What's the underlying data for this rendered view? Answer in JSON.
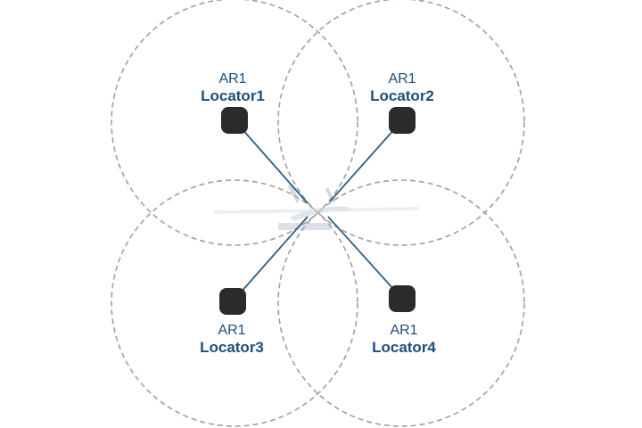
{
  "colors": {
    "label": "#1f4e79",
    "link_line": "#2f5f86",
    "coverage_circle": "#a0a0a0",
    "locator_fill": "#2b2b2b"
  },
  "locators": [
    {
      "model": "AR1",
      "name": "Locator1"
    },
    {
      "model": "AR1",
      "name": "Locator2"
    },
    {
      "model": "AR1",
      "name": "Locator3"
    },
    {
      "model": "AR1",
      "name": "Locator4"
    }
  ]
}
